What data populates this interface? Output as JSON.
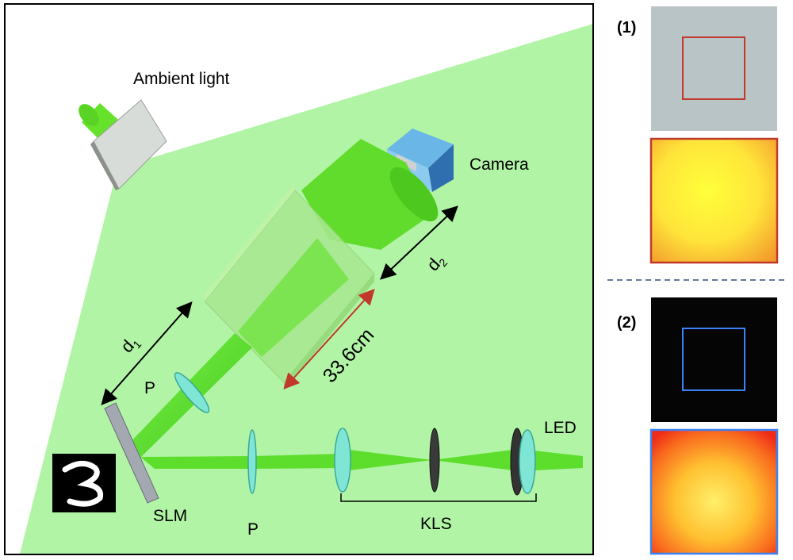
{
  "labels": {
    "ambient_light": "Ambient light",
    "camera": "Camera",
    "d1_main": "d",
    "d1_sub": "1",
    "d2_main": "d",
    "d2_sub": "2",
    "distance": "33.6cm",
    "polarizer_upper": "P",
    "polarizer_lower": "P",
    "slm": "SLM",
    "led": "LED",
    "kls": "KLS",
    "panel1": "(1)",
    "panel2": "(2)"
  },
  "colors": {
    "background_region": "#b2f4a6",
    "beam": "#5dde2c",
    "optic": "#7fe6d6",
    "roi_panel1": "#c0392b",
    "roi_panel2": "#3b82f6",
    "distance_arrow": "#c0392b",
    "separator": "#2b4f7a"
  },
  "icons": {
    "camera": "camera-icon",
    "ambient_light": "lamp-icon",
    "digit": "digit-three-icon"
  }
}
